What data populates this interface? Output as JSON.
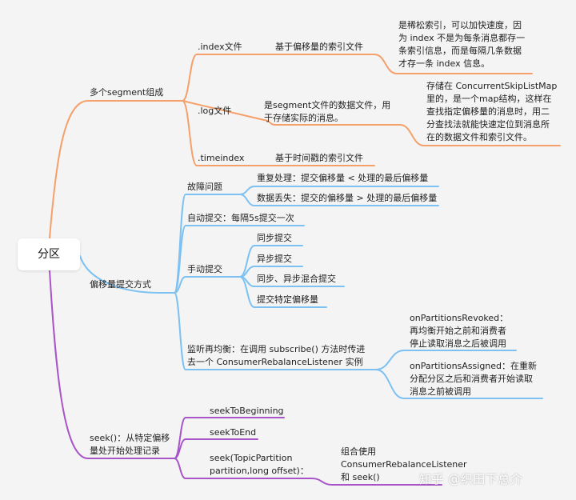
{
  "root": {
    "label": "分区"
  },
  "colors": {
    "orange": "#f5a06a",
    "blue": "#7cc1f2",
    "purple": "#a855c7",
    "background": "#f4f4f5"
  },
  "segments": {
    "label": "多个segment组成",
    "index": {
      "label": ".index文件",
      "desc": "基于偏移量的索引文件",
      "note_lines": [
        "是稀松索引，可以加快速度，因",
        "为 index 不是为每条消息都存一",
        "条索引信息，而是每隔几条数据",
        "才存一条 index 信息。"
      ]
    },
    "log": {
      "label": ".log文件",
      "desc_lines": [
        "是segment文件的数据文件，用",
        "于存储实际的消息。"
      ],
      "note_lines": [
        "存储在 ConcurrentSkipListMap",
        "里的，是一个map结构，这样在",
        "查找指定偏移量的消息时，用二",
        "分查找法就能快速定位到消息所",
        "在的数据文件和索引文件。"
      ]
    },
    "timeindex": {
      "label": ".timeindex",
      "desc": "基于时间戳的索引文件"
    }
  },
  "offset_commit": {
    "label": "偏移量提交方式",
    "failure": {
      "label": "故障问题",
      "items": [
        "重复处理：提交偏移量 < 处理的最后偏移量",
        "数据丢失：提交的偏移量 > 处理的最后偏移量"
      ]
    },
    "auto": {
      "label": "自动提交：每隔5s提交一次"
    },
    "manual": {
      "label": "手动提交",
      "items": [
        "同步提交",
        "异步提交",
        "同步、异步混合提交",
        "提交特定偏移量"
      ]
    },
    "rebalance": {
      "label_lines": [
        "监听再均衡：在调用 subscribe() 方法时传进",
        "去一个 ConsumerRebalanceListener 实例"
      ],
      "revoked_lines": [
        "onPartitionsRevoked：",
        "再均衡开始之前和消费者",
        "停止读取消息之后被调用"
      ],
      "assigned_lines": [
        "onPartitionsAssigned：在重新",
        "分配分区之后和消费者开始读取",
        "消息之前被调用"
      ]
    }
  },
  "seek": {
    "label_lines": [
      "seek()：从特定偏移",
      "量处开始处理记录"
    ],
    "items": [
      "seekToBeginning",
      "seekToEnd"
    ],
    "partition": {
      "label_lines": [
        "seek(TopicPartition",
        "partition,long offset)："
      ],
      "note_lines": [
        "组合使用",
        "ConsumerRebalanceListener",
        "和 seek()"
      ]
    }
  },
  "watermark": "知乎 @织田下总介"
}
